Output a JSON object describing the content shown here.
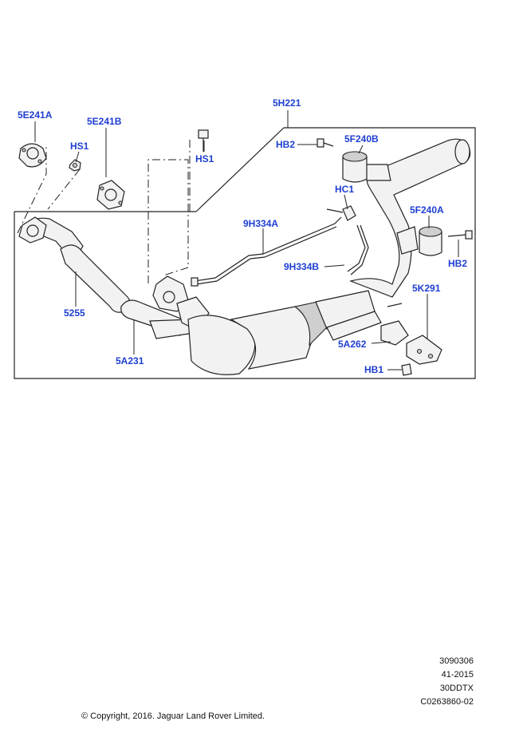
{
  "labels": {
    "l_5e241a": "5E241A",
    "l_5e241b": "5E241B",
    "l_hs1_a": "HS1",
    "l_hs1_b": "HS1",
    "l_5h221": "5H221",
    "l_hb2_a": "HB2",
    "l_5f240b": "5F240B",
    "l_hc1": "HC1",
    "l_9h334a": "9H334A",
    "l_5f240a": "5F240A",
    "l_hb2_b": "HB2",
    "l_9h334b": "9H334B",
    "l_5k291": "5K291",
    "l_5255": "5255",
    "l_5a262": "5A262",
    "l_5a231": "5A231",
    "l_hb1": "HB1"
  },
  "meta": {
    "ref_number": "3090306",
    "date_code": "41-2015",
    "engine_code": "30DDTX",
    "doc_code": "C0263860-02"
  },
  "copyright": "© Copyright, 2016. Jaguar Land Rover Limited.",
  "colors": {
    "label": "#1f3fd1",
    "line": "#222222"
  }
}
